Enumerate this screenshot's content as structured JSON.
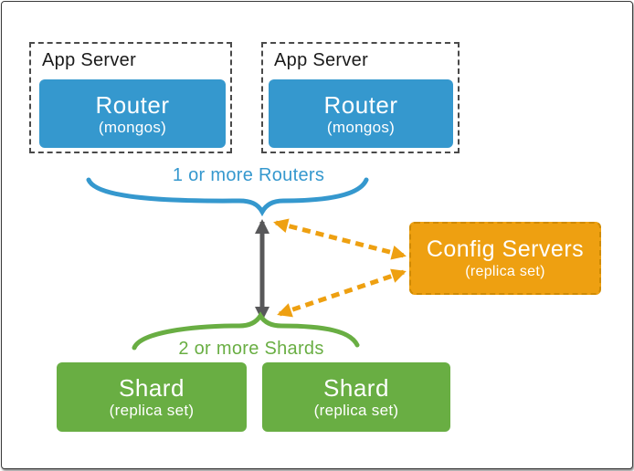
{
  "diagram": {
    "app_servers": [
      {
        "label": "App Server",
        "router": {
          "title": "Router",
          "subtitle": "(mongos)"
        }
      },
      {
        "label": "App Server",
        "router": {
          "title": "Router",
          "subtitle": "(mongos)"
        }
      }
    ],
    "routers_group_label": "1 or more Routers",
    "shards_group_label": "2 or more Shards",
    "config_servers": {
      "title": "Config Servers",
      "subtitle": "(replica set)"
    },
    "shards": [
      {
        "title": "Shard",
        "subtitle": "(replica set)"
      },
      {
        "title": "Shard",
        "subtitle": "(replica set)"
      }
    ],
    "colors": {
      "router_blue": "#3598CE",
      "config_orange": "#EEA011",
      "shard_green": "#69AE43",
      "sync_arrow_gray": "#58585A",
      "dashed_border_gray": "#4a4a4a"
    }
  }
}
